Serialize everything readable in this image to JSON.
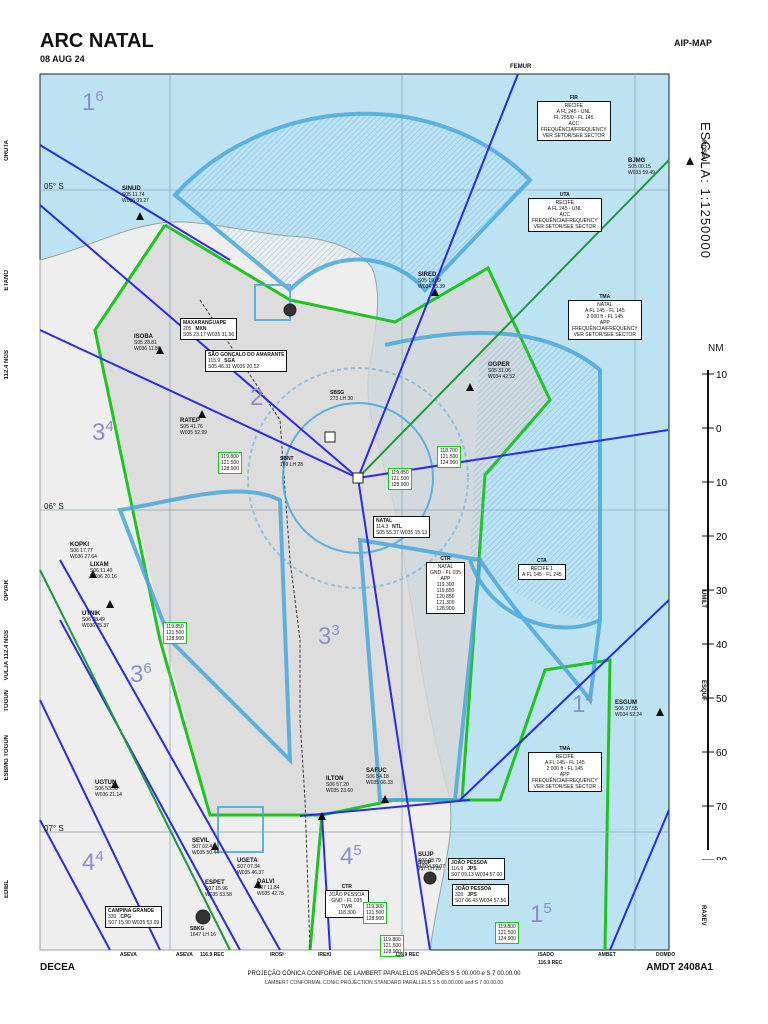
{
  "header": {
    "title": "ARC NATAL",
    "date": "08 AUG 24",
    "series": "AIP-MAP"
  },
  "footer": {
    "publisher": "DECEA",
    "amendment": "AMDT 2408A1",
    "projection_pt": "PROJEÇÃO CÔNICA CONFORME DE LAMBERT PARALELOS PADRÕES S 5 00.000 e S 7 00.00.00",
    "projection_en": "LAMBERT CONFORMAL CONIC PROJECTION STANDARD PARALLELS S 5 00.00.000 and S 7 00.00.00"
  },
  "scale": {
    "label": "ESCALA: 1:1250000",
    "unit": "NM",
    "ticks": [
      "10",
      "0",
      "10",
      "20",
      "30",
      "40",
      "50",
      "60",
      "70",
      "80"
    ]
  },
  "latitudes": [
    "05° S",
    "06° S",
    "07° S"
  ],
  "sector_numbers": [
    {
      "id": "16",
      "text": "1",
      "sup": "6"
    },
    {
      "id": "2",
      "text": "2",
      "sup": ""
    },
    {
      "id": "34",
      "text": "3",
      "sup": "4"
    },
    {
      "id": "33",
      "text": "3",
      "sup": "3"
    },
    {
      "id": "36",
      "text": "3",
      "sup": "6"
    },
    {
      "id": "14",
      "text": "1",
      "sup": "4"
    },
    {
      "id": "44",
      "text": "4",
      "sup": "4"
    },
    {
      "id": "45",
      "text": "4",
      "sup": "5"
    },
    {
      "id": "15",
      "text": "1",
      "sup": "5"
    }
  ],
  "fixes": [
    {
      "name": "SINUD",
      "coords": [
        "S05 11.74",
        "W036 09.27"
      ]
    },
    {
      "name": "BJMG",
      "coords": [
        "S05 00.15",
        "W033 59.49"
      ]
    },
    {
      "name": "ISOBA",
      "coords": [
        "S05 28.81",
        "W036 11.86"
      ]
    },
    {
      "name": "SIRED",
      "coords": [
        "S05 19.09",
        "W034 55.39"
      ]
    },
    {
      "name": "OGPER",
      "coords": [
        "S05 31.06",
        "W034 42.52"
      ]
    },
    {
      "name": "RATEP",
      "coords": [
        "S05 41.76",
        "W035 52.99"
      ]
    },
    {
      "name": "KOPKI",
      "coords": [
        "S06 17.77",
        "W036 27.64"
      ]
    },
    {
      "name": "LIXAM",
      "coords": [
        "S06 11.40",
        "W036 20.16"
      ]
    },
    {
      "name": "UTNIK",
      "coords": [
        "S06 28.49",
        "W036 25.37"
      ]
    },
    {
      "name": "ESGUM",
      "coords": [
        "S06 37.55",
        "W034 52.24"
      ]
    },
    {
      "name": "UGTUN",
      "coords": [
        "S06 53.58",
        "W036 21.14"
      ]
    },
    {
      "name": "ILTON",
      "coords": [
        "S06 57.20",
        "W035 23.60"
      ]
    },
    {
      "name": "SAFUC",
      "coords": [
        "S06 54.18",
        "W035 06.33"
      ]
    },
    {
      "name": "SEVIL",
      "coords": [
        "S07 02.44",
        "W035 50.44"
      ]
    },
    {
      "name": "UGETA",
      "coords": [
        "S07 07.34",
        "W035 46.37"
      ]
    },
    {
      "name": "ESPET",
      "coords": [
        "S07 15.96",
        "W035 53.58"
      ]
    },
    {
      "name": "DALVI",
      "coords": [
        "S07 11.84",
        "W035 42.75"
      ]
    },
    {
      "name": "SUJP",
      "coords": [
        "S07 08.79",
        "W034 50.07"
      ]
    }
  ],
  "navaids": [
    {
      "name": "MAXARANGUAPE",
      "freq": "205",
      "ident": "MXN",
      "coords": "S05 23.17 W035 31.96"
    },
    {
      "name": "SÃO GONÇALO DO AMARANTE",
      "freq": "115.9",
      "ident": "SGA",
      "coords": "S05 46.31 W035 20.52"
    },
    {
      "name": "NATAL",
      "freq": "114.3",
      "ident": "NTL",
      "coords": "S05 55.37 W035 15.13"
    },
    {
      "name": "CAMPINA GRANDE",
      "freq": "330",
      "ident": "CPG",
      "coords": "S07 15.90 W035 53.09"
    },
    {
      "name": "JOÃO PESSOA",
      "freq": "116.9",
      "ident": "JPS",
      "coords": "S07 09.13 W034 57.00"
    },
    {
      "name": "JOÃO PESSOA",
      "freq": "320",
      "ident": "JPS",
      "coords": "S07 06.43 W034 57.56"
    }
  ],
  "airports": [
    {
      "name": "SBSG",
      "sub": "273 LH 30"
    },
    {
      "name": "SBNT",
      "sub": "169 LH 28"
    },
    {
      "name": "SBKG",
      "sub": "1647 LH 16"
    },
    {
      "name": "SUJP",
      "sub": "217 LH 25"
    }
  ],
  "control_boxes": [
    {
      "title": "FIR",
      "lines": [
        "RECIFE",
        "A FL 245 - UNL",
        "FL 255/0 - FL 145",
        "ACC",
        "FREQUÊNCIA/FREQUENCY",
        "VER SETOR/SEE SECTOR"
      ]
    },
    {
      "title": "UTA",
      "lines": [
        "RECIFE",
        "A FL 245 - UNL",
        "ACC",
        "FREQUÊNCIA/FREQUENCY",
        "VER SETOR/SEE SECTOR"
      ]
    },
    {
      "title": "TMA",
      "lines": [
        "NATAL",
        "A FL 145 - FL 145",
        "2 000 ft - FL 145",
        "APP",
        "FREQUÊNCIA/FREQUENCY",
        "VER SETOR/SEE SECTOR"
      ]
    },
    {
      "title": "CTA",
      "lines": [
        "RECIFE 1",
        "A FL 145 - FL 245"
      ]
    },
    {
      "title": "TMA",
      "lines": [
        "RECIFE",
        "A FL 145 - FL 145",
        "2 000 ft - FL 145",
        "APP",
        "FREQUÊNCIA/FREQUENCY",
        "VER SETOR/SEE SECTOR"
      ]
    },
    {
      "title": "CTR",
      "lines": [
        "NATAL",
        "GND - FL 035",
        "APP",
        "119.300",
        "119.850",
        "120.850",
        "121.300",
        "128.900"
      ]
    },
    {
      "title": "CTR",
      "lines": [
        "JOÃO PESSOA",
        "GND - FL 035",
        "TWR",
        "118.300"
      ]
    }
  ],
  "freq_boxes": [
    {
      "lines": [
        "119.800",
        "121.500",
        "128.900"
      ]
    },
    {
      "lines": [
        "119.850",
        "121.500",
        "128.900"
      ]
    },
    {
      "lines": [
        "118.700",
        "121.500",
        "124.900"
      ]
    },
    {
      "lines": [
        "119.850",
        "121.500",
        "128.900"
      ]
    },
    {
      "lines": [
        "119.800",
        "121.500",
        "124.900"
      ]
    },
    {
      "lines": [
        "119.300",
        "121.500",
        "128.900"
      ]
    },
    {
      "lines": [
        "119.800",
        "121.500",
        "128.900"
      ]
    }
  ],
  "edge_fixes": {
    "top": [
      "FEMUR"
    ],
    "left": [
      "ORUTA",
      "ETANO",
      "112.4 NGS",
      "OPVAR",
      "VULJA 112.4 NGS",
      "TOGUN",
      "ESBMG TOGUN",
      "EDIBL"
    ],
    "right": [
      "ROSEU",
      "UMILT",
      "ESQUF",
      "RAXEV"
    ],
    "bottom": [
      "ASEVA",
      "ASEVA",
      "116.9 REC",
      "IROSI",
      "IREKI",
      "116.9 REC",
      "ISADO",
      "116.9 REC",
      "AMBET",
      "DOMDO"
    ]
  },
  "colors": {
    "sea": "#bde2f2",
    "land": "#eeeeee",
    "tma": "#dadada",
    "fir": "#1ec51e",
    "sector": "#4aa8dc",
    "airway": "#2a2ae8",
    "airway_green": "#1b9a3a"
  }
}
